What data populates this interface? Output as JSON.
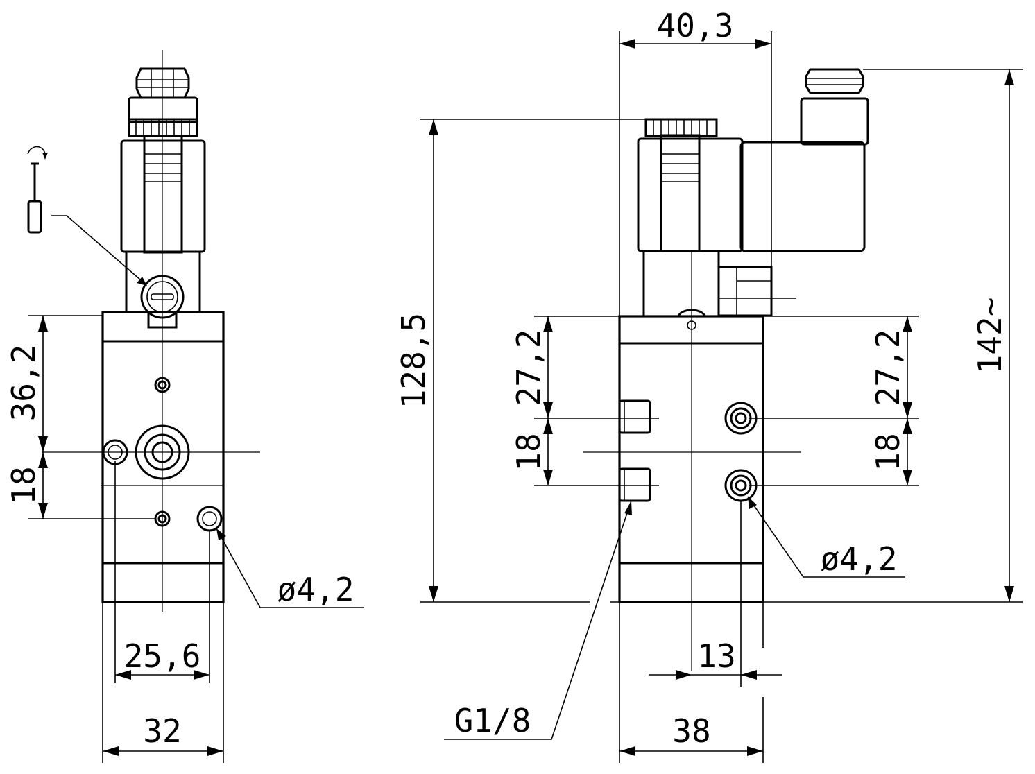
{
  "drawing": {
    "colors": {
      "line": "#000000",
      "background": "#ffffff"
    },
    "icons": [
      "screwdriver-icon",
      "rotation-arrow-icon"
    ],
    "left_view": {
      "dim_height_upper": "36,2",
      "dim_height_lower": "18",
      "dim_hole_spacing": "25,6",
      "dim_width": "32",
      "dim_mount_hole": "ø4,2"
    },
    "right_view": {
      "dim_coil_width": "40,3",
      "dim_height_total": "128,5",
      "dim_overall_height": "142~",
      "dim_left_upper": "27,2",
      "dim_left_lower": "18",
      "dim_right_upper": "27,2",
      "dim_right_lower": "18",
      "dim_offset": "13",
      "dim_width": "38",
      "dim_mount_hole": "ø4,2",
      "dim_port_thread": "G1/8"
    }
  }
}
